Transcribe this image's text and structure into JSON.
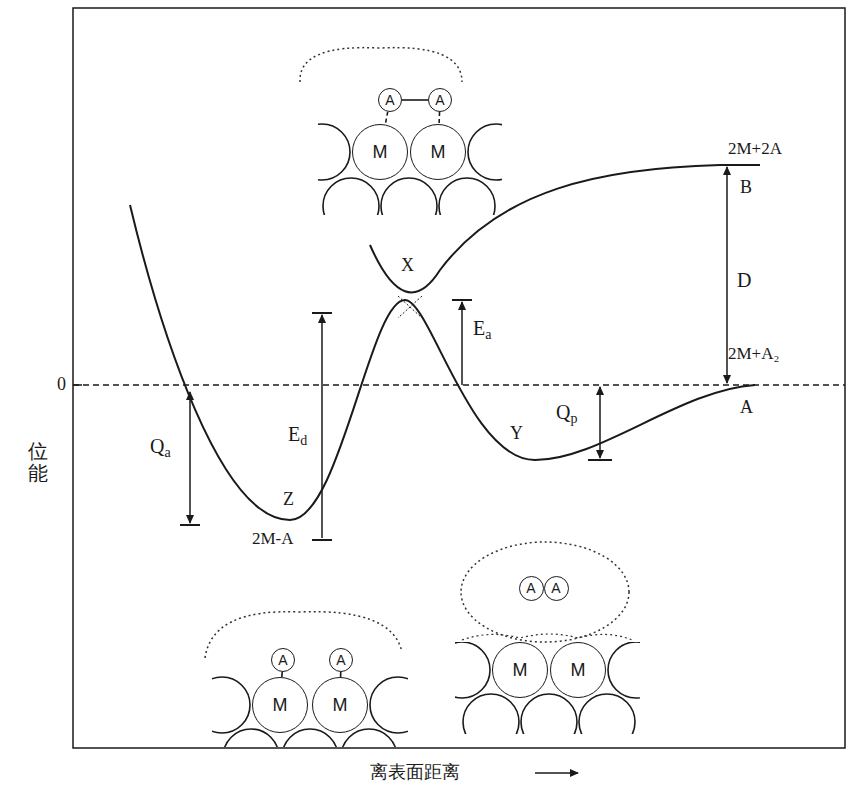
{
  "diagram": {
    "nodes": [
      {
        "text": [
          "A"
        ]
      },
      {
        "text": [
          "A"
        ]
      },
      {
        "text": [
          "M"
        ]
      },
      {
        "text": [
          "M"
        ]
      },
      {
        "text": [
          "A"
        ]
      },
      {
        "text": [
          "A"
        ]
      },
      {
        "text": [
          "M"
        ]
      },
      {
        "text": [
          "M"
        ]
      },
      {
        "text": [
          "A"
        ]
      },
      {
        "text": [
          "A"
        ]
      },
      {
        "text": [
          "M"
        ]
      },
      {
        "text": [
          "M"
        ]
      }
    ],
    "edges": [
      {
        "from": 0,
        "to": 1,
        "arrow": "none"
      },
      {
        "from": 0,
        "to": 2,
        "arrow": "none"
      },
      {
        "from": 1,
        "to": 3,
        "arrow": "none"
      },
      {
        "from": 4,
        "to": 6,
        "arrow": "none"
      },
      {
        "from": 5,
        "to": 7,
        "arrow": "none"
      }
    ],
    "labels": [
      "位能",
      "0",
      "2M+2A",
      "B",
      "D",
      "2M+A₂",
      "A",
      "X",
      "Ea",
      "Ed",
      "Qp",
      "Y",
      "Qa",
      "Z",
      "2M-A",
      "离表面距离"
    ]
  }
}
